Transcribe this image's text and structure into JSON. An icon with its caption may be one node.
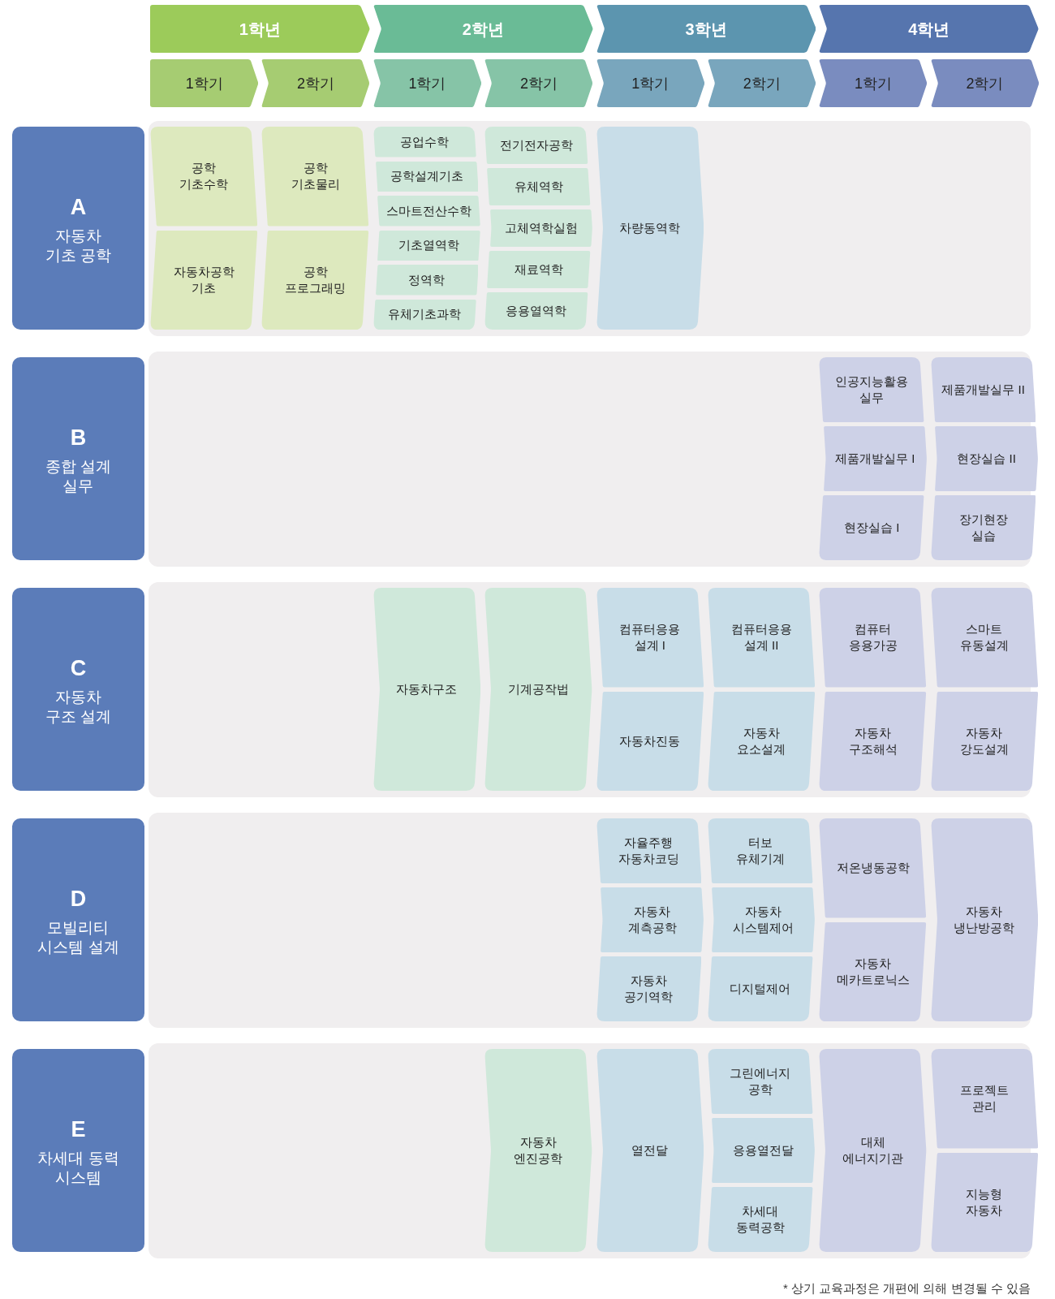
{
  "diagram": {
    "nodes": [
      {
        "text": [
          "1학년"
        ]
      },
      {
        "text": [
          "2학년"
        ]
      },
      {
        "text": [
          "3학년"
        ]
      },
      {
        "text": [
          "4학년"
        ]
      },
      {
        "text": [
          "1학기"
        ]
      },
      {
        "text": [
          "2학기"
        ]
      },
      {
        "text": [
          "1학기"
        ]
      },
      {
        "text": [
          "2학기"
        ]
      },
      {
        "text": [
          "1학기"
        ]
      },
      {
        "text": [
          "2학기"
        ]
      },
      {
        "text": [
          "1학기"
        ]
      },
      {
        "text": [
          "2학기"
        ]
      },
      {
        "text": [
          "A",
          "자동차 기초 공학"
        ]
      },
      {
        "text": [
          "공학 기초수학"
        ]
      },
      {
        "text": [
          "자동차공학 기초"
        ]
      },
      {
        "text": [
          "공학 기초물리"
        ]
      },
      {
        "text": [
          "공학 프로그래밍"
        ]
      },
      {
        "text": [
          "공업수학"
        ]
      },
      {
        "text": [
          "공학설계기초"
        ]
      },
      {
        "text": [
          "스마트전산수학"
        ]
      },
      {
        "text": [
          "기초열역학"
        ]
      },
      {
        "text": [
          "정역학"
        ]
      },
      {
        "text": [
          "유체기초과학"
        ]
      },
      {
        "text": [
          "전기전자공학"
        ]
      },
      {
        "text": [
          "유체역학"
        ]
      },
      {
        "text": [
          "고체역학실험"
        ]
      },
      {
        "text": [
          "재료역학"
        ]
      },
      {
        "text": [
          "응용열역학"
        ]
      },
      {
        "text": [
          "차량동역학"
        ]
      },
      {
        "text": [
          "B",
          "종합 설계 실무"
        ]
      },
      {
        "text": [
          "인공지능활용 실무"
        ]
      },
      {
        "text": [
          "제품개발실무 I"
        ]
      },
      {
        "text": [
          "현장실습 I"
        ]
      },
      {
        "text": [
          "제품개발실무 II"
        ]
      },
      {
        "text": [
          "현장실습 II"
        ]
      },
      {
        "text": [
          "장기현장 실습"
        ]
      },
      {
        "text": [
          "C",
          "자동차 구조 설계"
        ]
      },
      {
        "text": [
          "자동차구조"
        ]
      },
      {
        "text": [
          "기계공작법"
        ]
      },
      {
        "text": [
          "컴퓨터응용 설계 I"
        ]
      },
      {
        "text": [
          "자동차진동"
        ]
      },
      {
        "text": [
          "컴퓨터응용 설계 II"
        ]
      },
      {
        "text": [
          "자동차 요소설계"
        ]
      },
      {
        "text": [
          "컴퓨터 응용가공"
        ]
      },
      {
        "text": [
          "자동차 구조해석"
        ]
      },
      {
        "text": [
          "스마트 유동설계"
        ]
      },
      {
        "text": [
          "자동차 강도설계"
        ]
      },
      {
        "text": [
          "D",
          "모빌리티 시스템 설계"
        ]
      },
      {
        "text": [
          "자율주행 자동차코딩"
        ]
      },
      {
        "text": [
          "자동차 계측공학"
        ]
      },
      {
        "text": [
          "자동차 공기역학"
        ]
      },
      {
        "text": [
          "터보 유체기계"
        ]
      },
      {
        "text": [
          "자동차 시스템제어"
        ]
      },
      {
        "text": [
          "디지털제어"
        ]
      },
      {
        "text": [
          "저온냉동공학"
        ]
      },
      {
        "text": [
          "자동차 메카트로닉스"
        ]
      },
      {
        "text": [
          "자동차 냉난방공학"
        ]
      },
      {
        "text": [
          "E",
          "차세대 동력 시스템"
        ]
      },
      {
        "text": [
          "자동차 엔진공학"
        ]
      },
      {
        "text": [
          "열전달"
        ]
      },
      {
        "text": [
          "그린에너지 공학"
        ]
      },
      {
        "text": [
          "응용열전달"
        ]
      },
      {
        "text": [
          "차세대 동력공학"
        ]
      },
      {
        "text": [
          "대체 에너지기관"
        ]
      },
      {
        "text": [
          "프로젝트 관리"
        ]
      },
      {
        "text": [
          "지능형 자동차"
        ]
      }
    ],
    "labels": [
      "* 상기 교육과정은 개편에 의해 변경될 수 있음"
    ]
  }
}
